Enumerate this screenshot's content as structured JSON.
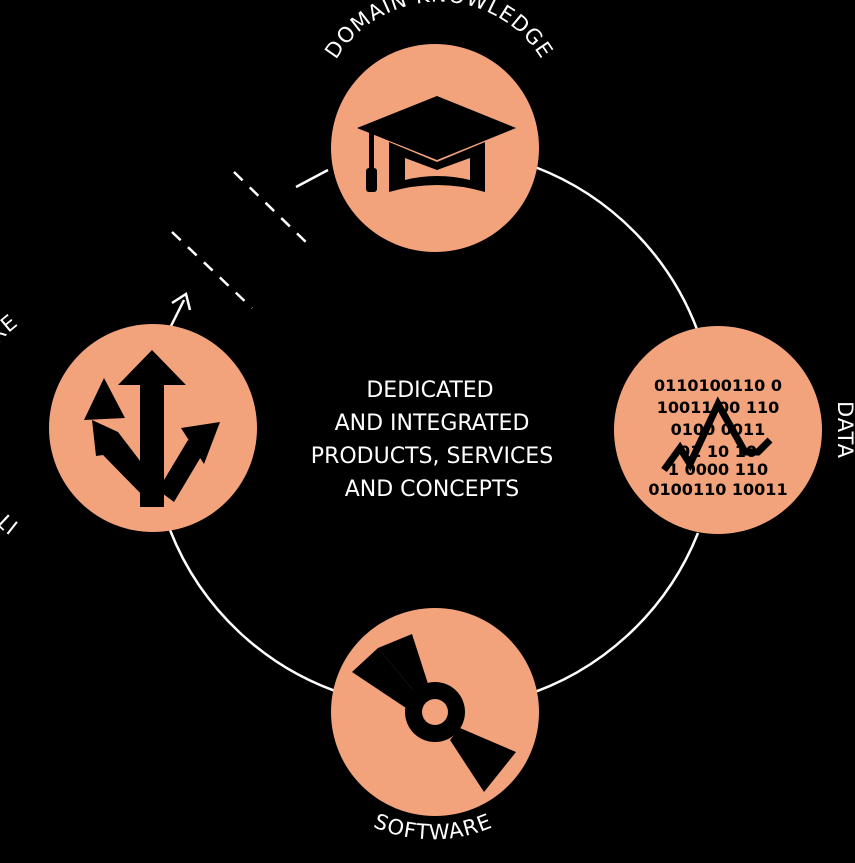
{
  "colors": {
    "background": "#000000",
    "node_fill": "#F2A37C",
    "icon": "#000000",
    "line": "#FFFFFF",
    "text": "#FFFFFF"
  },
  "center_text": [
    "DEDICATED",
    "AND INTEGRATED",
    "PRODUCTS, SERVICES",
    "AND CONCEPTS"
  ],
  "nodes": {
    "domain": {
      "label": "DOMAIN KNOWLEDGE",
      "icon": "graduation-cap-icon"
    },
    "data": {
      "label": "DATA",
      "icon": "binary-chart-icon"
    },
    "software": {
      "label": "SOFTWARE",
      "icon": "disc-icon"
    },
    "infrastructure": {
      "label": "IT INFRASTRUCTURE",
      "icon": "branching-arrows-icon"
    }
  }
}
